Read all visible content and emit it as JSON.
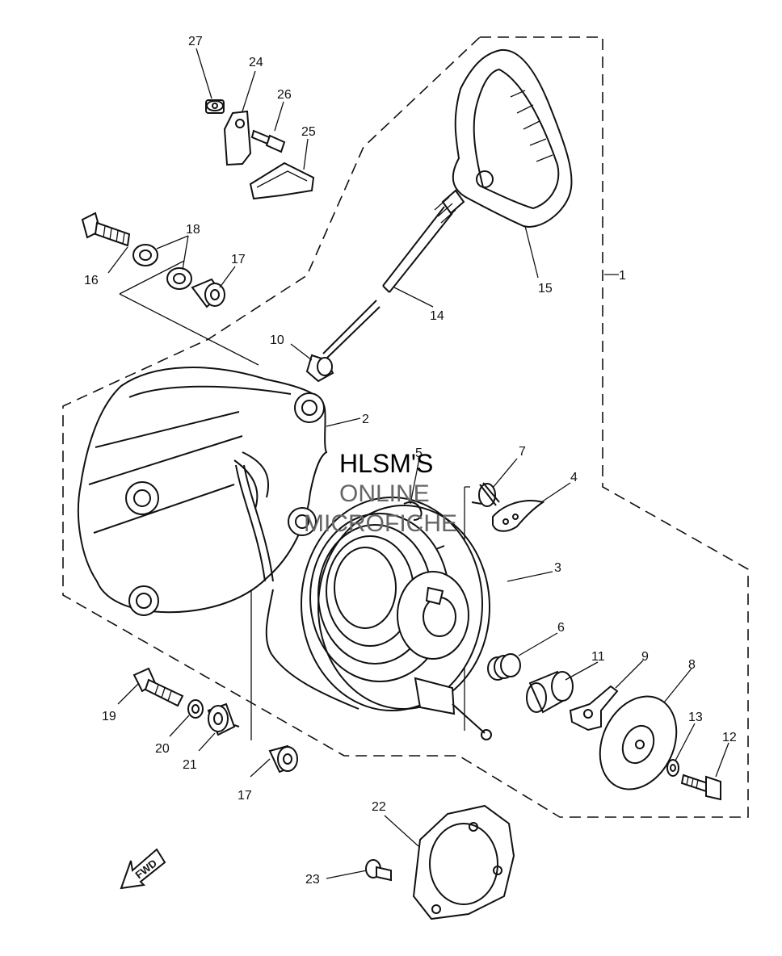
{
  "watermark": {
    "line1": "HLSM'S",
    "line2": "ONLINE",
    "line3": "MICROFICHE"
  },
  "direction_label": "FWD",
  "callouts": [
    {
      "id": "1",
      "label": "1"
    },
    {
      "id": "2",
      "label": "2"
    },
    {
      "id": "3",
      "label": "3"
    },
    {
      "id": "4",
      "label": "4"
    },
    {
      "id": "5",
      "label": "5"
    },
    {
      "id": "6",
      "label": "6"
    },
    {
      "id": "7",
      "label": "7"
    },
    {
      "id": "8",
      "label": "8"
    },
    {
      "id": "9",
      "label": "9"
    },
    {
      "id": "10",
      "label": "10"
    },
    {
      "id": "11",
      "label": "11"
    },
    {
      "id": "12",
      "label": "12"
    },
    {
      "id": "13",
      "label": "13"
    },
    {
      "id": "14",
      "label": "14"
    },
    {
      "id": "15",
      "label": "15"
    },
    {
      "id": "16",
      "label": "16"
    },
    {
      "id": "17a",
      "label": "17"
    },
    {
      "id": "17b",
      "label": "17"
    },
    {
      "id": "18",
      "label": "18"
    },
    {
      "id": "19",
      "label": "19"
    },
    {
      "id": "20",
      "label": "20"
    },
    {
      "id": "21",
      "label": "21"
    },
    {
      "id": "22",
      "label": "22"
    },
    {
      "id": "23",
      "label": "23"
    },
    {
      "id": "24",
      "label": "24"
    },
    {
      "id": "25",
      "label": "25"
    },
    {
      "id": "26",
      "label": "26"
    },
    {
      "id": "27",
      "label": "27"
    }
  ]
}
